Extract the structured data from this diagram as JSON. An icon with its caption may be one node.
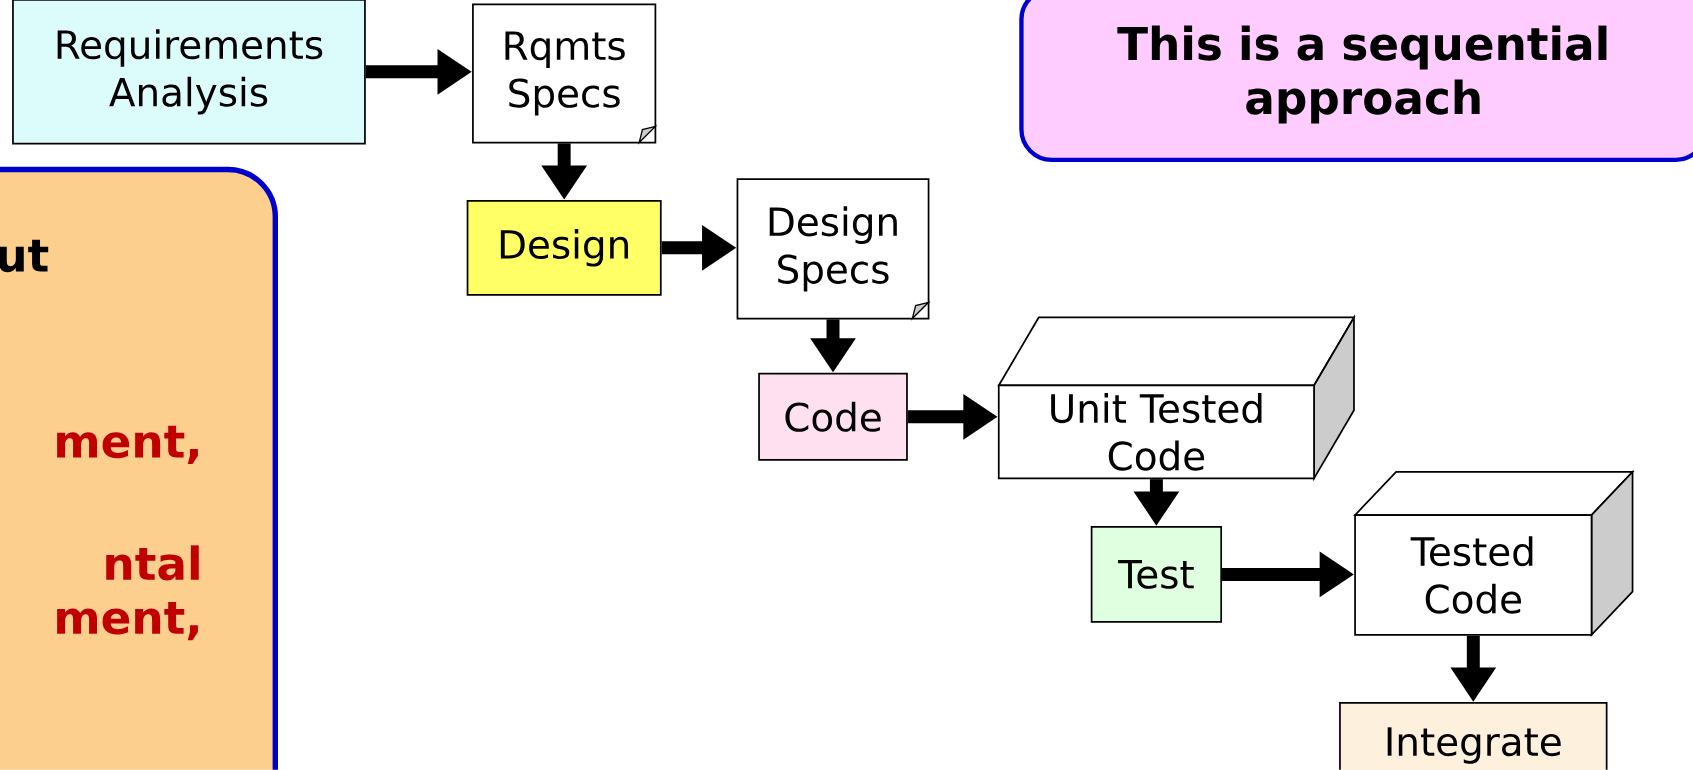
{
  "diagram": {
    "nodes": [
      {
        "text": [
          "Requirements Analysis"
        ]
      },
      {
        "text": [
          "Rqmts Specs"
        ]
      },
      {
        "text": [
          "Design"
        ]
      },
      {
        "text": [
          "Design Specs"
        ]
      },
      {
        "text": [
          "Code"
        ]
      },
      {
        "text": [
          "Unit Tested Code"
        ]
      },
      {
        "text": [
          "Test"
        ]
      },
      {
        "text": [
          "Tested Code"
        ]
      },
      {
        "text": [
          "Integrate"
        ]
      },
      {
        "text": [
          "This is a sequential approach"
        ]
      },
      {
        "text": [
          "ut",
          "ment,",
          "ntal ment,"
        ]
      }
    ],
    "edges": [
      {
        "from": 0,
        "to": 1,
        "arrow": "to"
      },
      {
        "from": 1,
        "to": 2,
        "arrow": "to"
      },
      {
        "from": 2,
        "to": 3,
        "arrow": "to"
      },
      {
        "from": 3,
        "to": 4,
        "arrow": "to"
      },
      {
        "from": 4,
        "to": 5,
        "arrow": "to"
      },
      {
        "from": 5,
        "to": 6,
        "arrow": "to"
      },
      {
        "from": 6,
        "to": 7,
        "arrow": "to"
      },
      {
        "from": 7,
        "to": 8,
        "arrow": "to"
      }
    ]
  }
}
